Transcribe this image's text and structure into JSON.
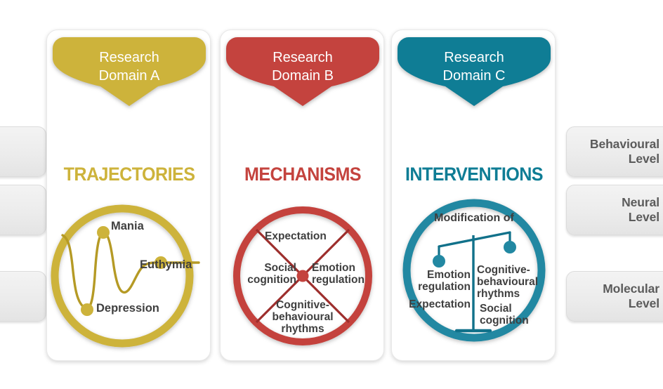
{
  "levels": {
    "rows": [
      {
        "label": "Behavioural\nLevel",
        "line1": "Behavioural",
        "line2": "Level"
      },
      {
        "label": "Neural Level",
        "line1": "Neural",
        "line2": "Level"
      },
      {
        "label": "Molecular Level",
        "line1": "Molecular",
        "line2": "Level"
      }
    ]
  },
  "colors": {
    "domain_a": "#cdb33b",
    "domain_b": "#c4433e",
    "domain_c": "#0f7d95",
    "label_text": "#3f3f3f",
    "level_text": "#5b5b5b",
    "background": "#ffffff"
  },
  "domains": [
    {
      "banner_line1": "Research",
      "banner_line2": "Domain A",
      "heading": "TRAJECTORIES",
      "figure_type": "mood-trajectory-curve",
      "labels": [
        "Mania",
        "Euthymia",
        "Depression"
      ],
      "points": [
        {
          "name": "Mania",
          "label": "Mania"
        },
        {
          "name": "Euthymia",
          "label": "Euthymia"
        },
        {
          "name": "Depression",
          "label": "Depression"
        }
      ]
    },
    {
      "banner_line1": "Research",
      "banner_line2": "Domain B",
      "heading": "MECHANISMS",
      "figure_type": "four-quadrant-cross",
      "labels": [
        "Expectation",
        "Social cognition",
        "Emotion regulation",
        "Cognitive-behavioural rhythms"
      ],
      "quadrants": {
        "top": "Expectation",
        "left_line1": "Social",
        "left_line2": "cognition",
        "right_line1": "Emotion",
        "right_line2": "regulation",
        "bottom_line1": "Cognitive-",
        "bottom_line2": "behavioural",
        "bottom_line3": "rhythms"
      }
    },
    {
      "banner_line1": "Research",
      "banner_line2": "Domain C",
      "heading": "INTERVENTIONS",
      "figure_type": "balance-scale",
      "title": "Modification of",
      "left_pan": {
        "line1": "Emotion",
        "line2": "regulation",
        "line3": "Expectation"
      },
      "right_pan": {
        "line1": "Cognitive-",
        "line2": "behavioural",
        "line3": "rhythms",
        "line4": "Social",
        "line5": "cognition"
      }
    }
  ]
}
